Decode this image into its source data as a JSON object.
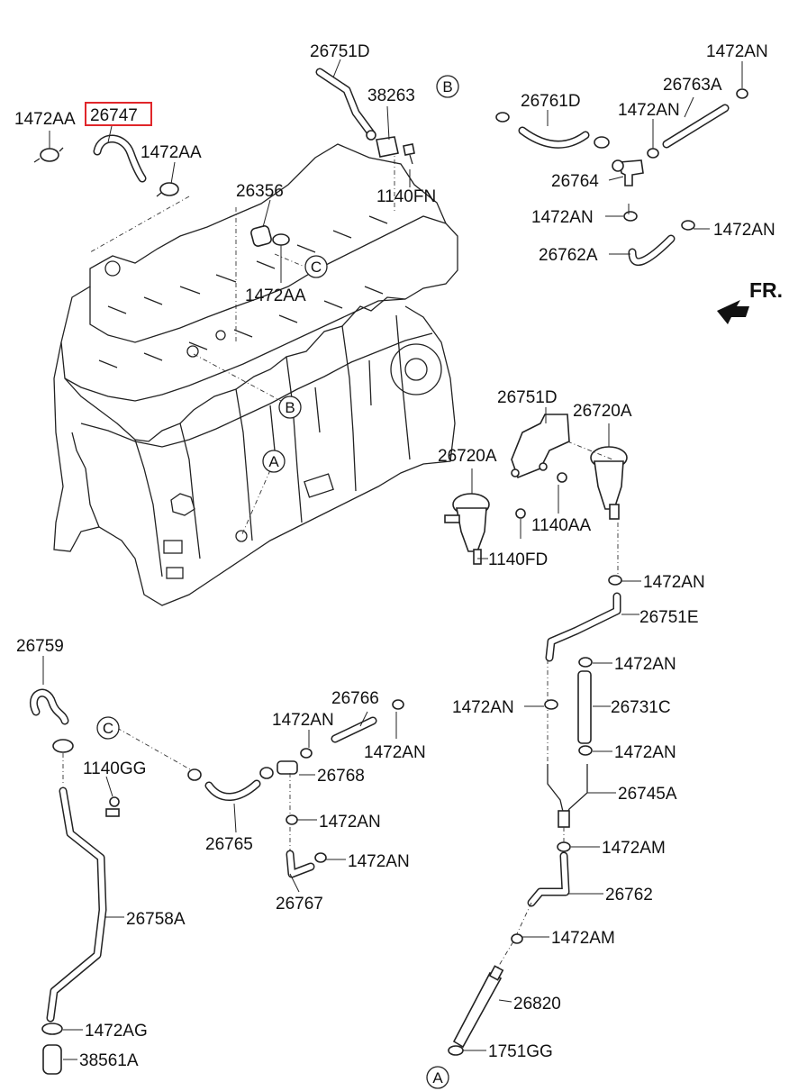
{
  "labels": {
    "p1472AA_a": "1472AA",
    "p26747": "26747",
    "p1472AA_b": "1472AA",
    "p26751D_top": "26751D",
    "p38263": "38263",
    "p1140FN": "1140FN",
    "p26356": "26356",
    "p1472AA_c": "1472AA",
    "p26761D": "26761D",
    "p1472AN_top1": "1472AN",
    "p26763A": "26763A",
    "p1472AN_top2": "1472AN",
    "p26764": "26764",
    "p1472AN_top3": "1472AN",
    "p1472AN_top4": "1472AN",
    "p26762A": "26762A",
    "fr": "FR.",
    "p26751D_mid": "26751D",
    "p26720A_r": "26720A",
    "p26720A_l": "26720A",
    "p1140AA": "1140AA",
    "p1140FD": "1140FD",
    "p1472AN_m1": "1472AN",
    "p26751E": "26751E",
    "p1472AN_m2": "1472AN",
    "p1472AN_m3": "1472AN",
    "p26731C": "26731C",
    "p1472AN_m4": "1472AN",
    "p26745A": "26745A",
    "p1472AM_1": "1472AM",
    "p26762": "26762",
    "p1472AM_2": "1472AM",
    "p26820": "26820",
    "p1751GG": "1751GG",
    "p26759": "26759",
    "p1140GG": "1140GG",
    "p26758A": "26758A",
    "p1472AG": "1472AG",
    "p38561A": "38561A",
    "p26766": "26766",
    "p1472AN_b1": "1472AN",
    "p1472AN_b2": "1472AN",
    "p26768": "26768",
    "p1472AN_b3": "1472AN",
    "p1472AN_b4": "1472AN",
    "p26765": "26765",
    "p26767": "26767"
  },
  "callouts": {
    "A": "A",
    "B": "B",
    "C": "C"
  },
  "highlight": {
    "part": "26747",
    "color": "#e0262a"
  },
  "icons": {
    "front_arrow": "front-direction-arrow"
  }
}
